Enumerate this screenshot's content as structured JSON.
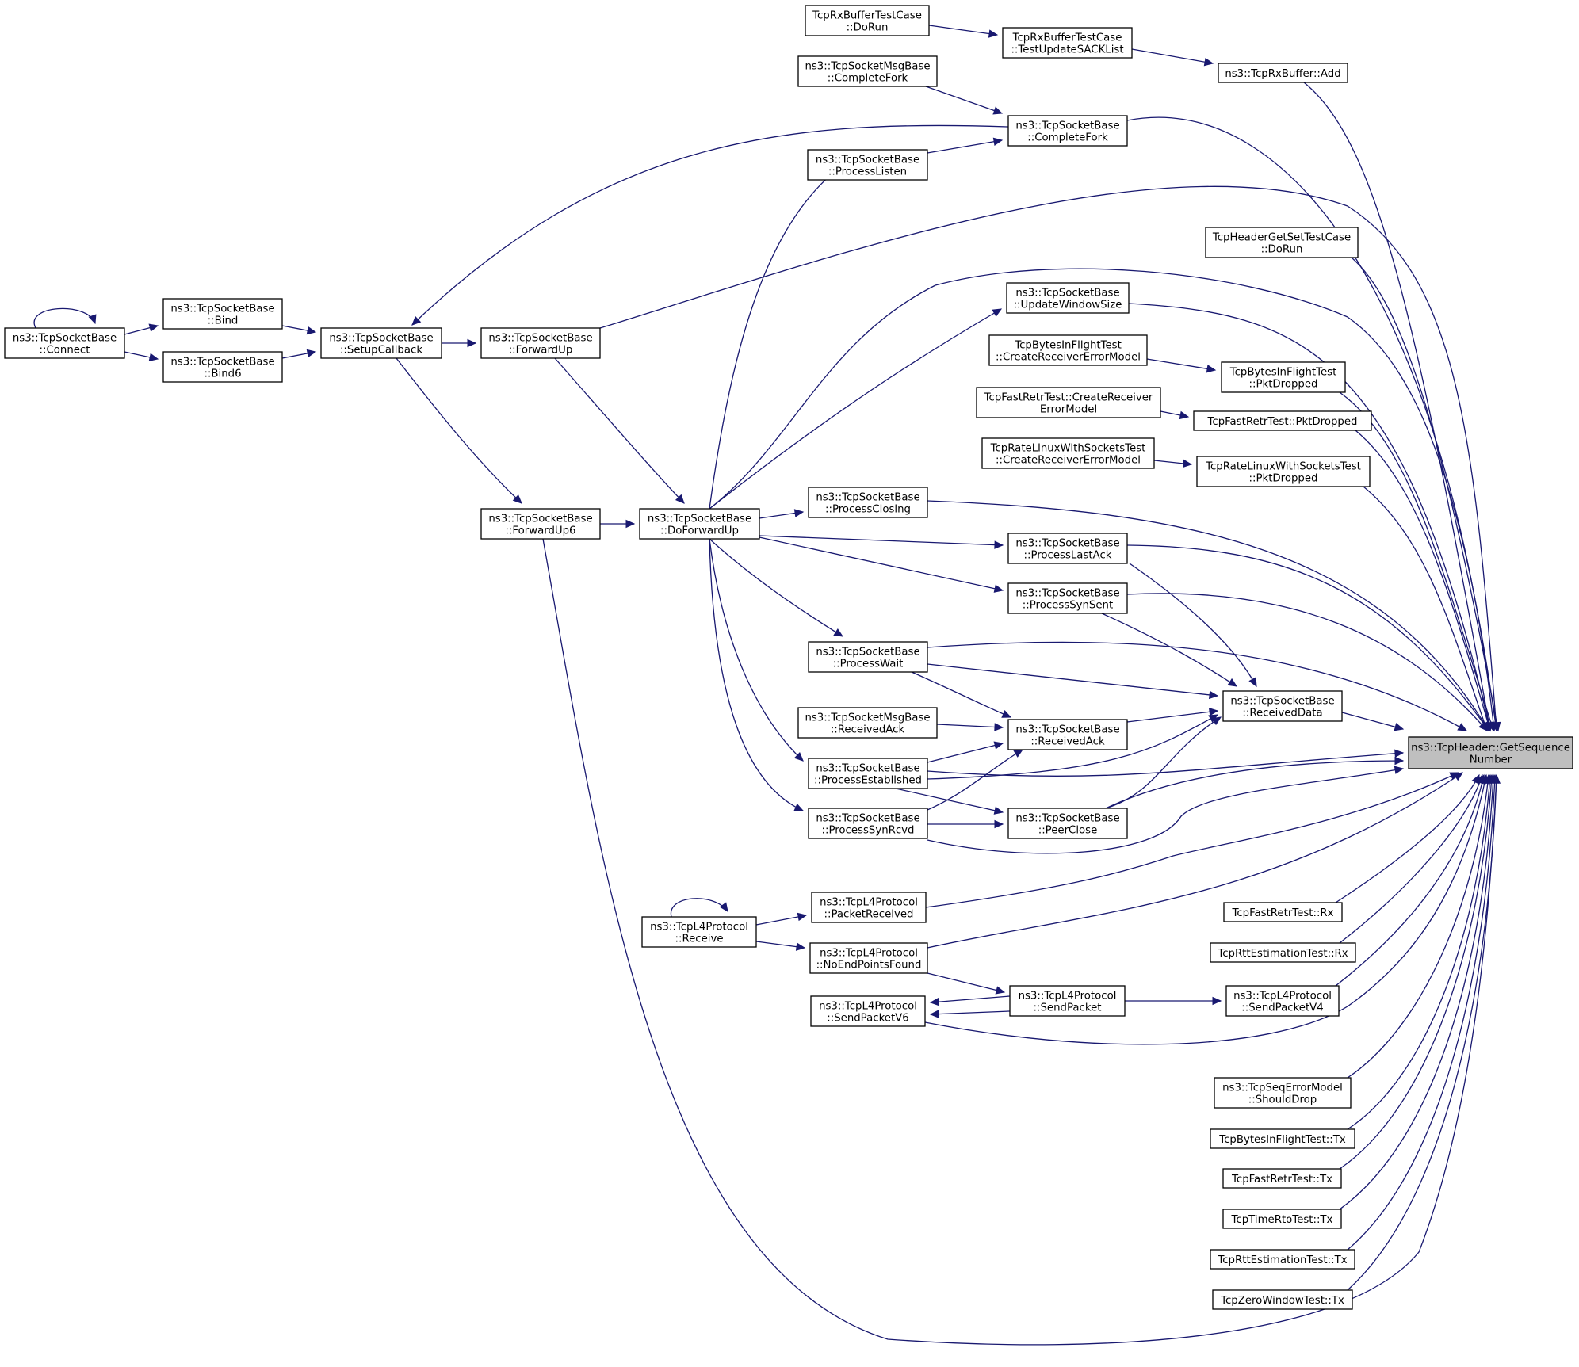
{
  "colors": {
    "edge": "#191970",
    "target_fill": "#bfbfbf",
    "node_stroke": "#000000"
  },
  "nodes": [
    {
      "id": "target",
      "lines": [
        "ns3::TcpHeader::GetSequence",
        "Number"
      ],
      "target": true
    },
    {
      "id": "rxbuf_dorun",
      "lines": [
        "TcpRxBufferTestCase",
        "::DoRun"
      ]
    },
    {
      "id": "rxbuf_sack",
      "lines": [
        "TcpRxBufferTestCase",
        "::TestUpdateSACKList"
      ]
    },
    {
      "id": "rxbuf_add",
      "lines": [
        "ns3::TcpRxBuffer::Add"
      ]
    },
    {
      "id": "msg_completefork",
      "lines": [
        "ns3::TcpSocketMsgBase",
        "::CompleteFork"
      ]
    },
    {
      "id": "completefork",
      "lines": [
        "ns3::TcpSocketBase",
        "::CompleteFork"
      ]
    },
    {
      "id": "processlisten",
      "lines": [
        "ns3::TcpSocketBase",
        "::ProcessListen"
      ]
    },
    {
      "id": "hdr_dorun",
      "lines": [
        "TcpHeaderGetSetTestCase",
        "::DoRun"
      ]
    },
    {
      "id": "updatewin",
      "lines": [
        "ns3::TcpSocketBase",
        "::UpdateWindowSize"
      ]
    },
    {
      "id": "bif_create",
      "lines": [
        "TcpBytesInFlightTest",
        "::CreateReceiverErrorModel"
      ]
    },
    {
      "id": "bif_pkt",
      "lines": [
        "TcpBytesInFlightTest",
        "::PktDropped"
      ]
    },
    {
      "id": "fr_create",
      "lines": [
        "TcpFastRetrTest::CreateReceiver",
        "ErrorModel"
      ]
    },
    {
      "id": "fr_pkt",
      "lines": [
        "TcpFastRetrTest::PktDropped"
      ]
    },
    {
      "id": "rl_create",
      "lines": [
        "TcpRateLinuxWithSocketsTest",
        "::CreateReceiverErrorModel"
      ]
    },
    {
      "id": "rl_pkt",
      "lines": [
        "TcpRateLinuxWithSocketsTest",
        "::PktDropped"
      ]
    },
    {
      "id": "connect",
      "lines": [
        "ns3::TcpSocketBase",
        "::Connect"
      ]
    },
    {
      "id": "bind",
      "lines": [
        "ns3::TcpSocketBase",
        "::Bind"
      ]
    },
    {
      "id": "bind6",
      "lines": [
        "ns3::TcpSocketBase",
        "::Bind6"
      ]
    },
    {
      "id": "setupcb",
      "lines": [
        "ns3::TcpSocketBase",
        "::SetupCallback"
      ]
    },
    {
      "id": "forwardup",
      "lines": [
        "ns3::TcpSocketBase",
        "::ForwardUp"
      ]
    },
    {
      "id": "forwardup6",
      "lines": [
        "ns3::TcpSocketBase",
        "::ForwardUp6"
      ]
    },
    {
      "id": "doforwardup",
      "lines": [
        "ns3::TcpSocketBase",
        "::DoForwardUp"
      ]
    },
    {
      "id": "closing",
      "lines": [
        "ns3::TcpSocketBase",
        "::ProcessClosing"
      ]
    },
    {
      "id": "lastack",
      "lines": [
        "ns3::TcpSocketBase",
        "::ProcessLastAck"
      ]
    },
    {
      "id": "synsent",
      "lines": [
        "ns3::TcpSocketBase",
        "::ProcessSynSent"
      ]
    },
    {
      "id": "wait",
      "lines": [
        "ns3::TcpSocketBase",
        "::ProcessWait"
      ]
    },
    {
      "id": "receiveddata",
      "lines": [
        "ns3::TcpSocketBase",
        "::ReceivedData"
      ]
    },
    {
      "id": "msg_receivedack",
      "lines": [
        "ns3::TcpSocketMsgBase",
        "::ReceivedAck"
      ]
    },
    {
      "id": "receivedack",
      "lines": [
        "ns3::TcpSocketBase",
        "::ReceivedAck"
      ]
    },
    {
      "id": "established",
      "lines": [
        "ns3::TcpSocketBase",
        "::ProcessEstablished"
      ]
    },
    {
      "id": "peerclose",
      "lines": [
        "ns3::TcpSocketBase",
        "::PeerClose"
      ]
    },
    {
      "id": "synrcvd",
      "lines": [
        "ns3::TcpSocketBase",
        "::ProcessSynRcvd"
      ]
    },
    {
      "id": "l4_receive",
      "lines": [
        "ns3::TcpL4Protocol",
        "::Receive"
      ]
    },
    {
      "id": "l4_pktrecv",
      "lines": [
        "ns3::TcpL4Protocol",
        "::PacketReceived"
      ]
    },
    {
      "id": "l4_noendpoints",
      "lines": [
        "ns3::TcpL4Protocol",
        "::NoEndPointsFound"
      ]
    },
    {
      "id": "l4_sendpacket",
      "lines": [
        "ns3::TcpL4Protocol",
        "::SendPacket"
      ]
    },
    {
      "id": "l4_sendv6",
      "lines": [
        "ns3::TcpL4Protocol",
        "::SendPacketV6"
      ]
    },
    {
      "id": "l4_sendv4",
      "lines": [
        "ns3::TcpL4Protocol",
        "::SendPacketV4"
      ]
    },
    {
      "id": "fr_rx",
      "lines": [
        "TcpFastRetrTest::Rx"
      ]
    },
    {
      "id": "rtt_rx",
      "lines": [
        "TcpRttEstimationTest::Rx"
      ]
    },
    {
      "id": "seqerr",
      "lines": [
        "ns3::TcpSeqErrorModel",
        "::ShouldDrop"
      ]
    },
    {
      "id": "bif_tx",
      "lines": [
        "TcpBytesInFlightTest::Tx"
      ]
    },
    {
      "id": "fr_tx",
      "lines": [
        "TcpFastRetrTest::Tx"
      ]
    },
    {
      "id": "rto_tx",
      "lines": [
        "TcpTimeRtoTest::Tx"
      ]
    },
    {
      "id": "rtt_tx",
      "lines": [
        "TcpRttEstimationTest::Tx"
      ]
    },
    {
      "id": "zw_tx",
      "lines": [
        "TcpZeroWindowTest::Tx"
      ]
    }
  ]
}
